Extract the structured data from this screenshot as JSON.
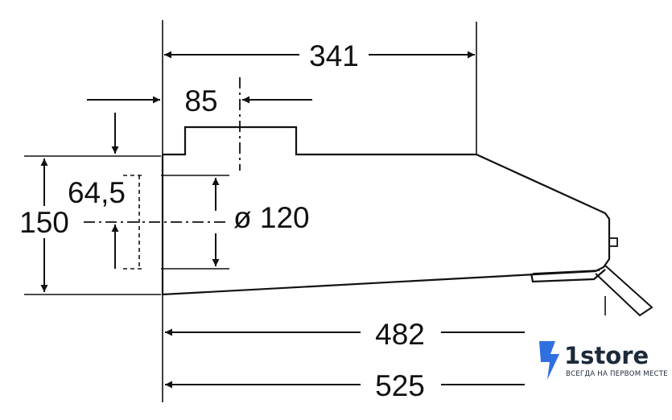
{
  "dimensions": {
    "d341": "341",
    "d85": "85",
    "d64_5": "64,5",
    "d150": "150",
    "d120": "ø 120",
    "d482": "482",
    "d525": "525"
  },
  "logo": {
    "name": "1store",
    "tagline": "ВСЕГДА НА ПЕРВОМ МЕСТЕ",
    "accent_color": "#2f6fe0"
  },
  "colors": {
    "line": "#111111",
    "background": "#ffffff"
  }
}
